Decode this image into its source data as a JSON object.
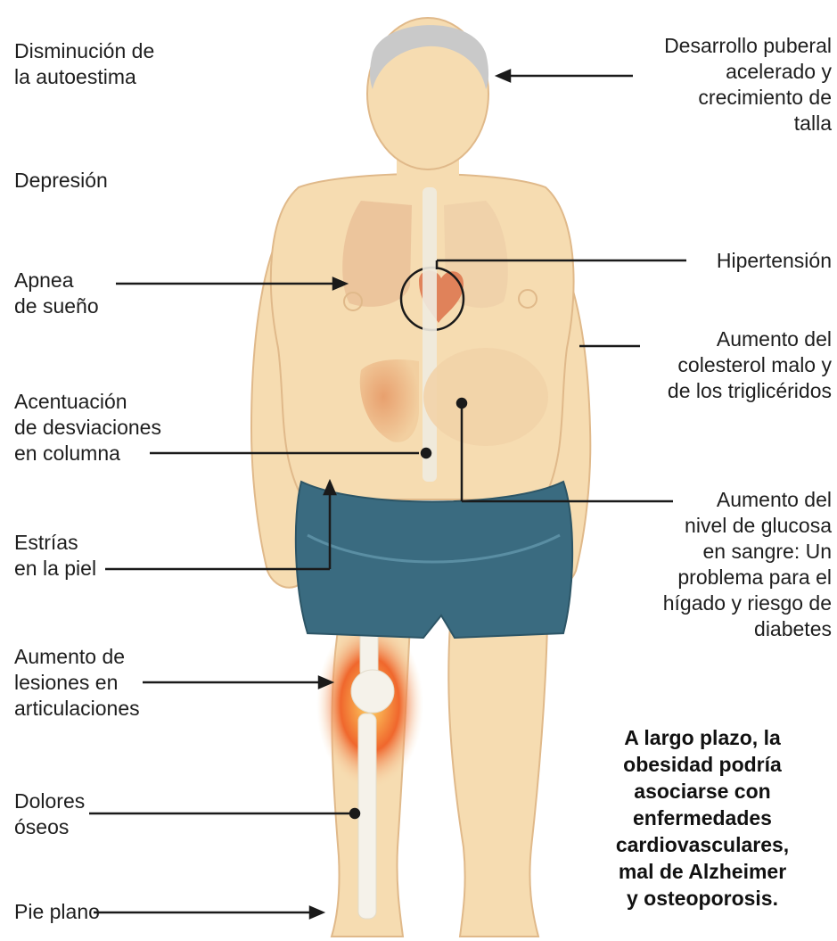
{
  "colors": {
    "skin": "#f6dcb1",
    "skin_shadow": "#e6c08f",
    "hair": "#c9c9c9",
    "shorts": "#3a6b80",
    "organ": "#d98a5c",
    "inflammation": "#e8481c",
    "bone": "#f5f2ea",
    "line": "#1a1a1a"
  },
  "labels": {
    "autoestima": "Disminución de\nla autoestima",
    "depresion": "Depresión",
    "apnea": "Apnea\nde sueño",
    "columna": "Acentuación\nde desviaciones\nen columna",
    "estrias": "Estrías\nen la piel",
    "articulaciones": "Aumento de\nlesiones en\narticulaciones",
    "oseos": "Dolores\nóseos",
    "pie_plano": "Pie plano",
    "puberal": "Desarrollo puberal\nacelerado y\ncrecimiento de\ntalla",
    "hipertension": "Hipertensión",
    "colesterol": "Aumento del\ncolesterol malo y\nde los triglicéridos",
    "glucosa": "Aumento del\nnivel de glucosa\nen sangre: Un\nproblema para el\nhígado y riesgo de\ndiabetes"
  },
  "note": "A largo plazo, la\nobesidad podría\nasociarse con\nenfermedades\ncardiovasculares,\nmal de Alzheimer\ny osteoporosis."
}
